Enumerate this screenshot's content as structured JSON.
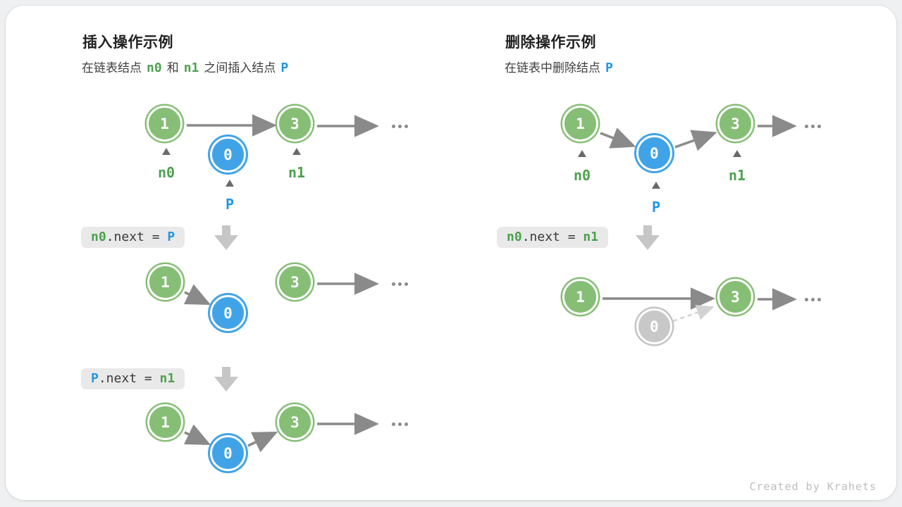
{
  "panels": {
    "insert": {
      "title": "插入操作示例",
      "subtitle": {
        "t1": "在链表结点",
        "n0": "n0",
        "t2": "和",
        "n1": "n1",
        "t3": "之间插入结点",
        "p": "P"
      },
      "code1": {
        "a": "n0",
        "b": ".next = ",
        "c": "P"
      },
      "code2": {
        "a": "P",
        "b": ".next = ",
        "c": "n1"
      }
    },
    "delete": {
      "title": "删除操作示例",
      "subtitle": {
        "t1": "在链表中删除结点",
        "p": "P"
      },
      "code1": {
        "a": "n0",
        "b": ".next = ",
        "c": "n1"
      }
    }
  },
  "nodes": {
    "one": "1",
    "zero": "0",
    "three": "3"
  },
  "labels": {
    "n0": "n0",
    "n1": "n1",
    "p": "P"
  },
  "footer": {
    "credit": "Created by Krahets"
  },
  "colors": {
    "node_green": "#86BE76",
    "node_blue": "#41A3E7",
    "node_gray": "#C8C8C8",
    "text_green": "#4DA14F",
    "text_blue": "#1E96E8",
    "arrow_gray": "#8A8A8A",
    "block_arrow": "#C6C6C6",
    "chip_bg": "#E9E9E9",
    "card_bg": "#FFFFFF"
  }
}
